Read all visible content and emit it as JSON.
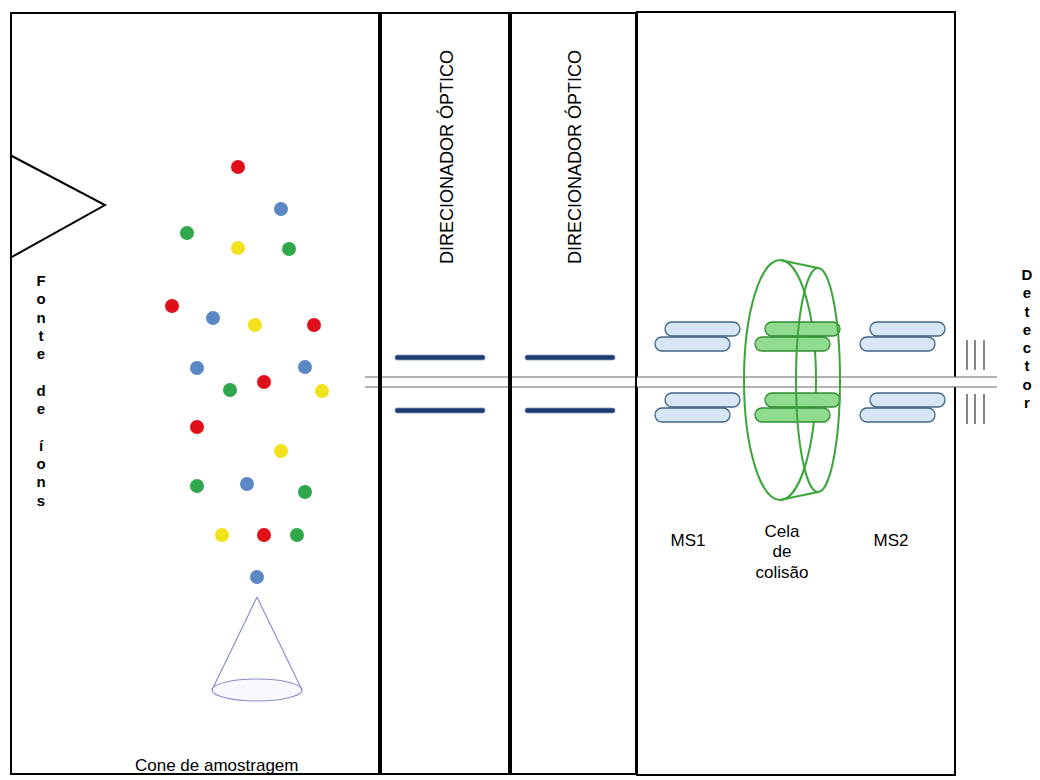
{
  "diagram": {
    "nodes": [
      {
        "text": [
          "Fonte de íons",
          "Cone de amostragem"
        ]
      },
      {
        "text": [
          "DIRECIONADOR ÓPTICO"
        ]
      },
      {
        "text": [
          "DIRECIONADOR ÓPTICO"
        ]
      }
    ],
    "labels": [
      "MS1",
      "Cela de colisão",
      "MS2",
      "Detector"
    ]
  }
}
